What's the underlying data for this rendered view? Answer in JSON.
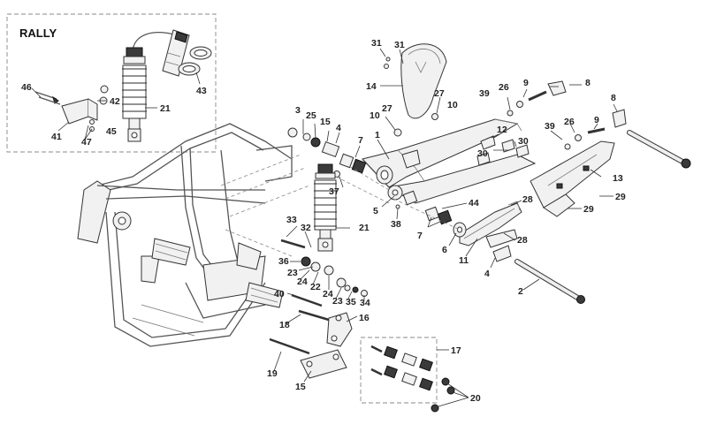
{
  "inset": {
    "title": "RALLY"
  },
  "labels": [
    {
      "id": "46a",
      "text": "46"
    },
    {
      "id": "42",
      "text": "42"
    },
    {
      "id": "41",
      "text": "41"
    },
    {
      "id": "47",
      "text": "47"
    },
    {
      "id": "45",
      "text": "45"
    },
    {
      "id": "21a",
      "text": "21"
    },
    {
      "id": "43",
      "text": "43"
    },
    {
      "id": "31a",
      "text": "31"
    },
    {
      "id": "31b",
      "text": "31"
    },
    {
      "id": "14",
      "text": "14"
    },
    {
      "id": "27a",
      "text": "27"
    },
    {
      "id": "10a",
      "text": "10"
    },
    {
      "id": "27b",
      "text": "27"
    },
    {
      "id": "10b",
      "text": "10"
    },
    {
      "id": "39a",
      "text": "39"
    },
    {
      "id": "26a",
      "text": "26"
    },
    {
      "id": "9a",
      "text": "9"
    },
    {
      "id": "8a",
      "text": "8"
    },
    {
      "id": "8b",
      "text": "8"
    },
    {
      "id": "39b",
      "text": "39"
    },
    {
      "id": "26b",
      "text": "26"
    },
    {
      "id": "9b",
      "text": "9"
    },
    {
      "id": "3",
      "text": "3"
    },
    {
      "id": "25",
      "text": "25"
    },
    {
      "id": "15a",
      "text": "15"
    },
    {
      "id": "4a",
      "text": "4"
    },
    {
      "id": "1",
      "text": "1"
    },
    {
      "id": "7a",
      "text": "7"
    },
    {
      "id": "12",
      "text": "12"
    },
    {
      "id": "30a",
      "text": "30"
    },
    {
      "id": "30b",
      "text": "30"
    },
    {
      "id": "37",
      "text": "37"
    },
    {
      "id": "13",
      "text": "13"
    },
    {
      "id": "5",
      "text": "5"
    },
    {
      "id": "44",
      "text": "44"
    },
    {
      "id": "28a",
      "text": "28"
    },
    {
      "id": "29a",
      "text": "29"
    },
    {
      "id": "29b",
      "text": "29"
    },
    {
      "id": "38",
      "text": "38"
    },
    {
      "id": "7b",
      "text": "7"
    },
    {
      "id": "6",
      "text": "6"
    },
    {
      "id": "11",
      "text": "11"
    },
    {
      "id": "28b",
      "text": "28"
    },
    {
      "id": "33",
      "text": "33"
    },
    {
      "id": "32",
      "text": "32"
    },
    {
      "id": "21b",
      "text": "21"
    },
    {
      "id": "36",
      "text": "36"
    },
    {
      "id": "23a",
      "text": "23"
    },
    {
      "id": "22",
      "text": "22"
    },
    {
      "id": "24a",
      "text": "24"
    },
    {
      "id": "24b",
      "text": "24"
    },
    {
      "id": "23b",
      "text": "23"
    },
    {
      "id": "35",
      "text": "35"
    },
    {
      "id": "34",
      "text": "34"
    },
    {
      "id": "4b",
      "text": "4"
    },
    {
      "id": "2",
      "text": "2"
    },
    {
      "id": "40",
      "text": "40"
    },
    {
      "id": "16",
      "text": "16"
    },
    {
      "id": "18",
      "text": "18"
    },
    {
      "id": "17",
      "text": "17"
    },
    {
      "id": "19",
      "text": "19"
    },
    {
      "id": "15b",
      "text": "15"
    },
    {
      "id": "20",
      "text": "20"
    }
  ]
}
